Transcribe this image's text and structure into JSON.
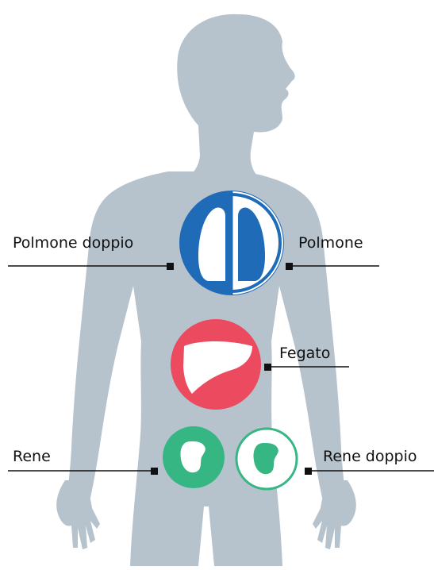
{
  "labels": {
    "double_lung": "Polmone doppio",
    "single_lung": "Polmone",
    "liver": "Fegato",
    "kidney": "Rene",
    "double_kidney": "Rene doppio"
  },
  "icons": {
    "body": "human-silhouette",
    "double_lung": "lungs-icon",
    "liver": "liver-icon",
    "kidney": "kidney-icon",
    "double_kidney": "kidney-outline-icon"
  },
  "colors": {
    "body": "#b6c3cc",
    "lung": "#1f6bb8",
    "liver": "#ec4a5f",
    "kidney": "#35b683",
    "line": "#111111"
  }
}
